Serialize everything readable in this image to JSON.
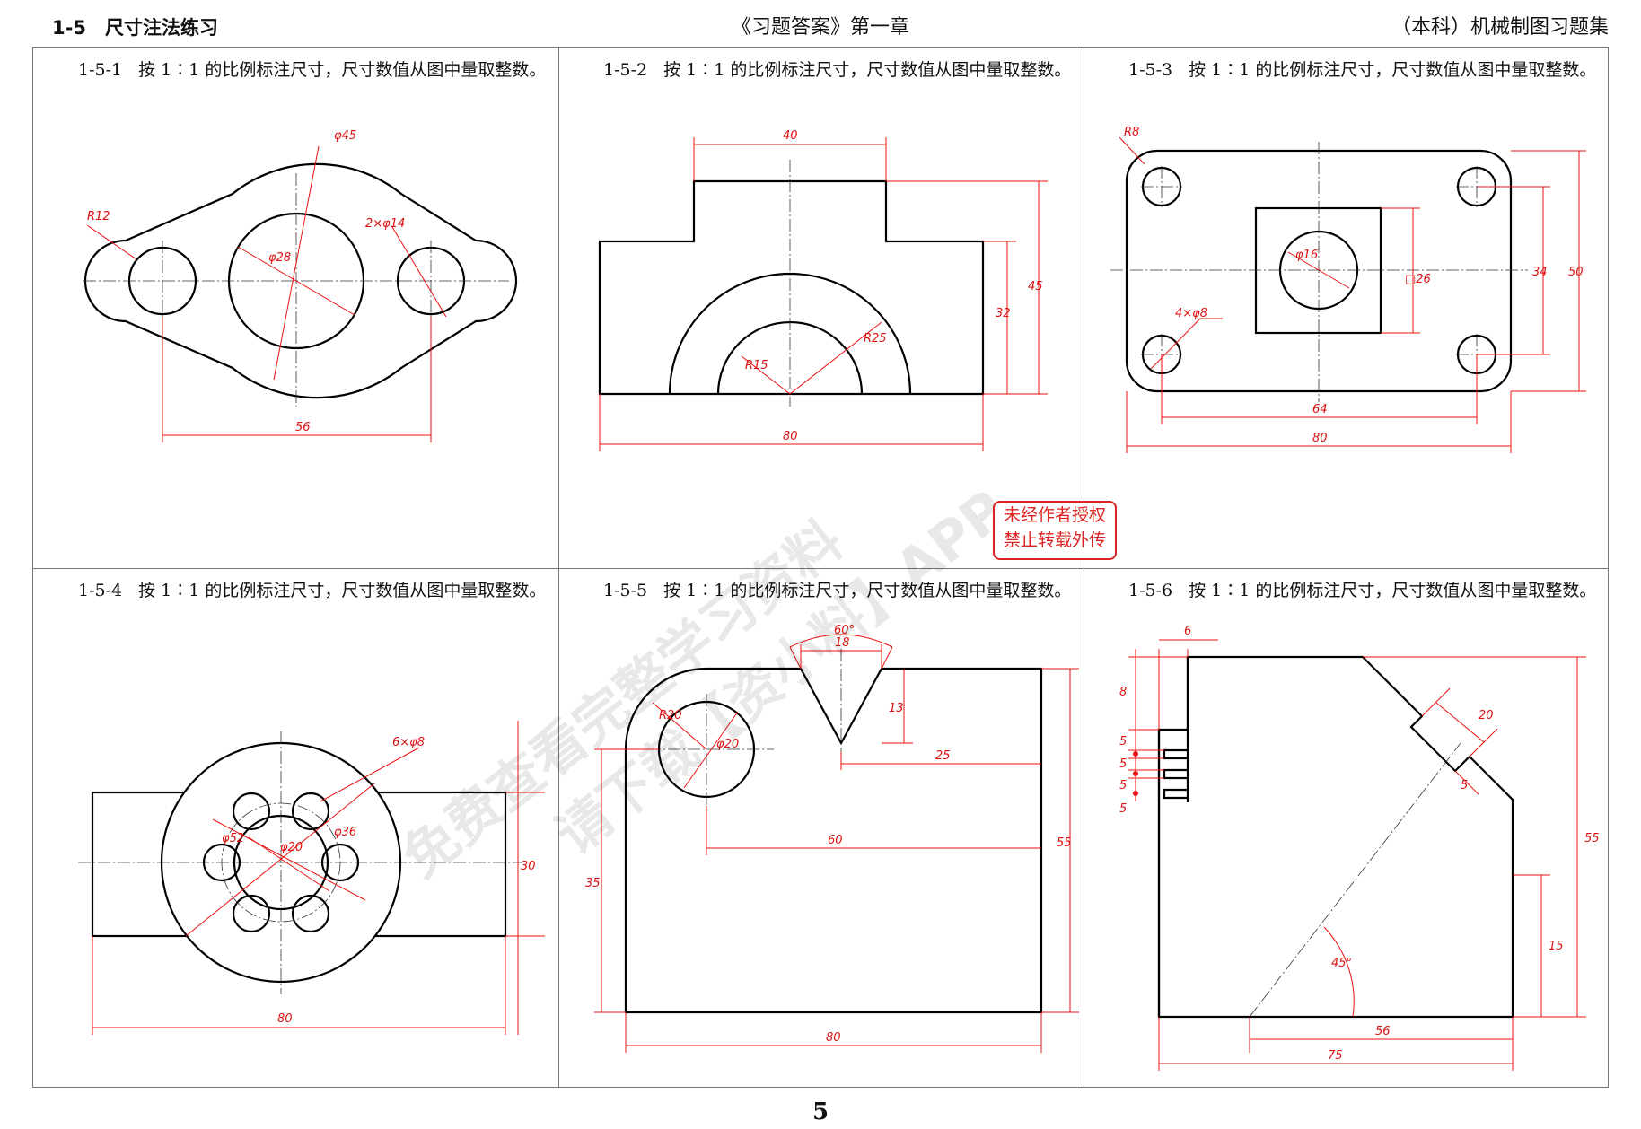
{
  "header": {
    "left": "1-5　尺寸注法练习",
    "center": "《习题答案》第一章",
    "right": "（本科）机械制图习题集"
  },
  "tasks": [
    {
      "num": "1-5-1",
      "text": "按 1∶1 的比例标注尺寸，尺寸数值从图中量取整数。"
    },
    {
      "num": "1-5-2",
      "text": "按 1∶1 的比例标注尺寸，尺寸数值从图中量取整数。"
    },
    {
      "num": "1-5-3",
      "text": "按 1∶1 的比例标注尺寸，尺寸数值从图中量取整数。"
    },
    {
      "num": "1-5-4",
      "text": "按 1∶1 的比例标注尺寸，尺寸数值从图中量取整数。"
    },
    {
      "num": "1-5-5",
      "text": "按 1∶1 的比例标注尺寸，尺寸数值从图中量取整数。"
    },
    {
      "num": "1-5-6",
      "text": "按 1∶1 的比例标注尺寸，尺寸数值从图中量取整数。"
    }
  ],
  "dims": {
    "d1": {
      "phi45": "φ45",
      "r12": "R12",
      "holes": "2×φ14",
      "phi28": "φ28",
      "w56": "56"
    },
    "d2": {
      "w40": "40",
      "h45": "45",
      "h32": "32",
      "r25": "R25",
      "r15": "R15",
      "w80": "80"
    },
    "d3": {
      "r8": "R8",
      "phi16": "φ16",
      "sq26": "□26",
      "h34": "34",
      "h50": "50",
      "holes": "4×φ8",
      "w64": "64",
      "w80": "80"
    },
    "d4": {
      "holes": "6×φ8",
      "phi52": "φ52",
      "phi20": "φ20",
      "phi36": "φ36",
      "h30": "30",
      "w80": "80"
    },
    "d5": {
      "ang60": "60°",
      "w18": "18",
      "h13": "13",
      "w25": "25",
      "r20": "R20",
      "phi20": "φ20",
      "h55": "55",
      "h35": "35",
      "w60": "60",
      "w80": "80"
    },
    "d6": {
      "w6": "6",
      "h8": "8",
      "s5a": "5",
      "s5b": "5",
      "s5c": "5",
      "s5d": "5",
      "w20": "20",
      "w5": "5",
      "h55": "55",
      "ang45": "45°",
      "h15": "15",
      "w56": "56",
      "w75": "75"
    }
  },
  "stamp": {
    "line1": "未经作者授权",
    "line2": "禁止转载外传"
  },
  "watermark": {
    "line1": "免费查看完整学习资料",
    "line2": "请下载【资小料】APP"
  },
  "page_number": "5"
}
